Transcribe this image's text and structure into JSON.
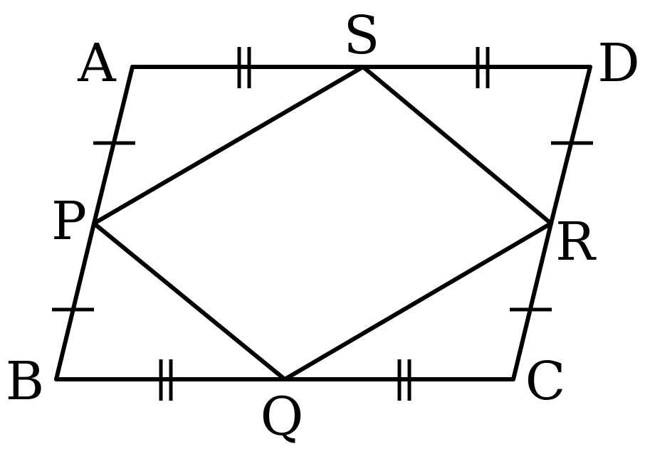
{
  "figure": {
    "vertices": {
      "A": "A",
      "B": "B",
      "C": "C",
      "D": "D",
      "P": "P",
      "Q": "Q",
      "R": "R",
      "S": "S"
    },
    "stroke_color": "#000000",
    "background_color": "#ffffff"
  }
}
